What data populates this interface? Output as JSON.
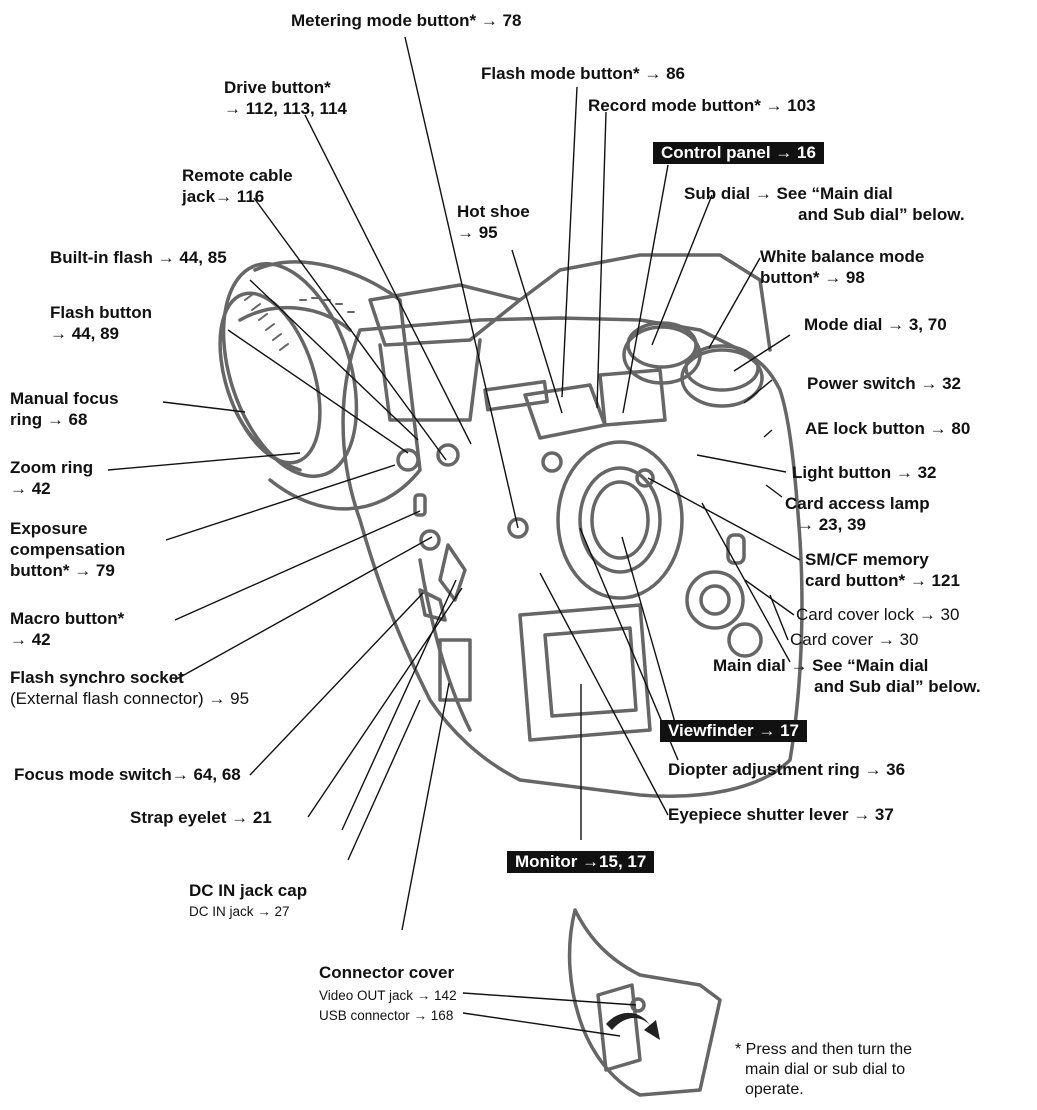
{
  "callouts": {
    "metering": "Metering mode button* → 78",
    "flash_mode": "Flash mode button* → 86",
    "record_mode": "Record mode button* → 103",
    "drive": [
      "Drive button*",
      "→ 112, 113, 114"
    ],
    "control_panel": "Control panel → 16",
    "remote_cable": [
      "Remote cable",
      "jack→ 116"
    ],
    "hot_shoe": [
      "Hot shoe",
      "→ 95"
    ],
    "sub_dial": [
      "Sub dial → See “Main dial",
      "and Sub dial” below."
    ],
    "built_in_flash": "Built-in flash → 44, 85",
    "white_balance": [
      "White balance mode",
      "button* → 98"
    ],
    "flash_button": [
      "Flash button",
      "→ 44, 89"
    ],
    "mode_dial": "Mode dial → 3, 70",
    "manual_focus": [
      "Manual focus",
      "ring → 68"
    ],
    "power_switch": "Power switch → 32",
    "ae_lock": "AE lock button → 80",
    "zoom_ring": [
      "Zoom ring",
      "→ 42"
    ],
    "light_button": "Light button → 32",
    "card_access": [
      "Card access lamp",
      "→ 23, 39"
    ],
    "exposure": [
      "Exposure",
      "compensation",
      "button* → 79"
    ],
    "smcf": [
      "SM/CF memory",
      "card button* → 121"
    ],
    "card_cover_lock": "Card cover lock → 30",
    "card_cover": "Card cover → 30",
    "macro": [
      "Macro button*",
      "→ 42"
    ],
    "main_dial": [
      "Main dial → See “Main dial",
      "and Sub dial” below."
    ],
    "flash_synchro": "Flash synchro socket",
    "flash_synchro_sub": "(External flash connector) → 95",
    "viewfinder": "Viewfinder → 17",
    "diopter": "Diopter adjustment ring → 36",
    "focus_mode": "Focus mode switch→ 64, 68",
    "eyepiece": "Eyepiece shutter lever → 37",
    "strap": "Strap eyelet → 21",
    "monitor": "Monitor →15, 17",
    "dc_in_cap": "DC IN jack cap",
    "dc_in_jack": "DC IN jack → 27",
    "connector_cover": "Connector cover",
    "video_out": "Video OUT jack → 142",
    "usb": "USB connector → 168"
  },
  "footnote": [
    "* Press and then turn the",
    "main dial or sub dial to",
    "operate."
  ]
}
